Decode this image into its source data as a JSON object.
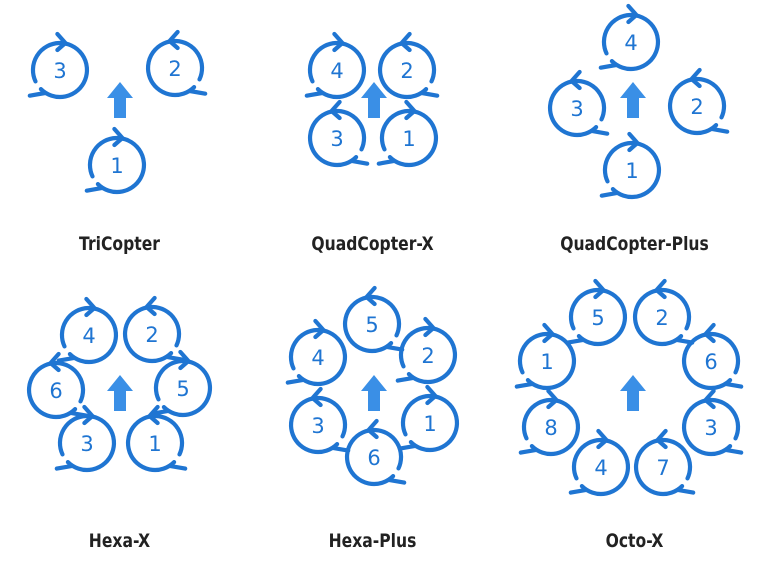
{
  "colors": {
    "motor": "#1f75d2",
    "arrow": "#3a8fe6",
    "caption": "#222222"
  },
  "diagrams": [
    {
      "name": "TriCopter",
      "motors": [
        {
          "label": "3",
          "dir": "cw"
        },
        {
          "label": "2",
          "dir": "ccw"
        },
        {
          "label": "1",
          "dir": "cw"
        }
      ]
    },
    {
      "name": "QuadCopter-X",
      "motors": [
        {
          "label": "4",
          "dir": "cw"
        },
        {
          "label": "2",
          "dir": "ccw"
        },
        {
          "label": "3",
          "dir": "ccw"
        },
        {
          "label": "1",
          "dir": "cw"
        }
      ]
    },
    {
      "name": "QuadCopter-Plus",
      "motors": [
        {
          "label": "4",
          "dir": "cw"
        },
        {
          "label": "3",
          "dir": "ccw"
        },
        {
          "label": "2",
          "dir": "ccw"
        },
        {
          "label": "1",
          "dir": "cw"
        }
      ]
    },
    {
      "name": "Hexa-X",
      "motors": [
        {
          "label": "4",
          "dir": "cw"
        },
        {
          "label": "2",
          "dir": "ccw"
        },
        {
          "label": "6",
          "dir": "ccw"
        },
        {
          "label": "5",
          "dir": "cw"
        },
        {
          "label": "3",
          "dir": "cw"
        },
        {
          "label": "1",
          "dir": "ccw"
        }
      ]
    },
    {
      "name": "Hexa-Plus",
      "motors": [
        {
          "label": "5",
          "dir": "ccw"
        },
        {
          "label": "4",
          "dir": "cw"
        },
        {
          "label": "2",
          "dir": "cw"
        },
        {
          "label": "3",
          "dir": "ccw"
        },
        {
          "label": "1",
          "dir": "cw"
        },
        {
          "label": "6",
          "dir": "ccw"
        }
      ]
    },
    {
      "name": "Octo-X",
      "motors": [
        {
          "label": "5",
          "dir": "cw"
        },
        {
          "label": "2",
          "dir": "ccw"
        },
        {
          "label": "1",
          "dir": "cw"
        },
        {
          "label": "6",
          "dir": "ccw"
        },
        {
          "label": "8",
          "dir": "cw"
        },
        {
          "label": "3",
          "dir": "ccw"
        },
        {
          "label": "4",
          "dir": "cw"
        },
        {
          "label": "7",
          "dir": "ccw"
        }
      ]
    }
  ]
}
